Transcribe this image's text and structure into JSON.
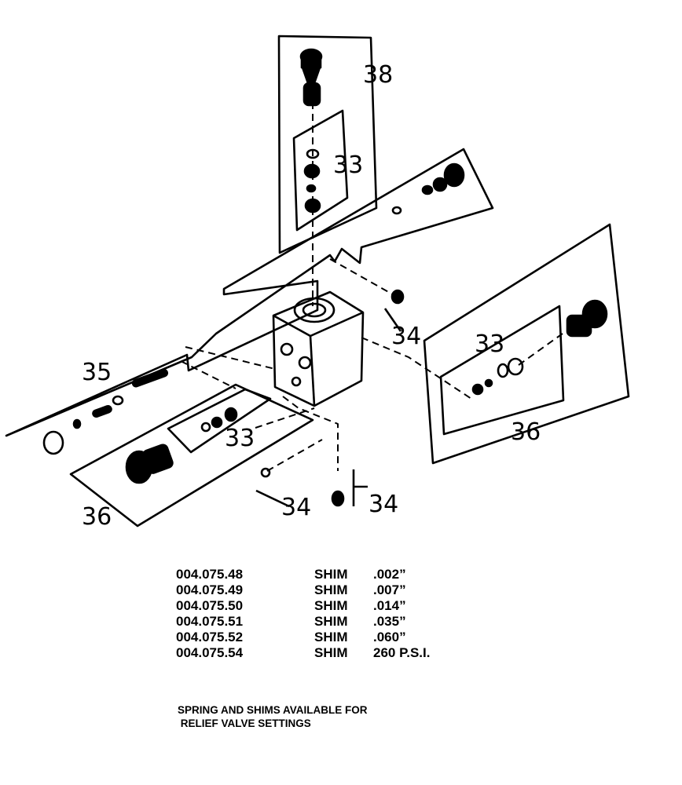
{
  "diagram": {
    "callouts": {
      "c38": "38",
      "c33_top": "33",
      "c33_right": "33",
      "c33_left": "33",
      "c35": "35",
      "c36_left": "36",
      "c36_right": "36",
      "c34_right": "34",
      "c34_bottom_left": "34",
      "c34_bottom_right": "34"
    }
  },
  "parts_table": {
    "rows": [
      {
        "part_number": "004.075.48",
        "description": "SHIM",
        "size": ".002”"
      },
      {
        "part_number": "004.075.49",
        "description": "SHIM",
        "size": ".007”"
      },
      {
        "part_number": "004.075.50",
        "description": "SHIM",
        "size": ".014”"
      },
      {
        "part_number": "004.075.51",
        "description": "SHIM",
        "size": ".035”"
      },
      {
        "part_number": "004.075.52",
        "description": "SHIM",
        "size": ".060”"
      },
      {
        "part_number": "004.075.54",
        "description": "SHIM",
        "size": "260 P.S.I."
      }
    ]
  },
  "note": {
    "line1": "SPRING AND SHIMS AVAILABLE FOR",
    "line2": " RELIEF VALVE SETTINGS"
  }
}
